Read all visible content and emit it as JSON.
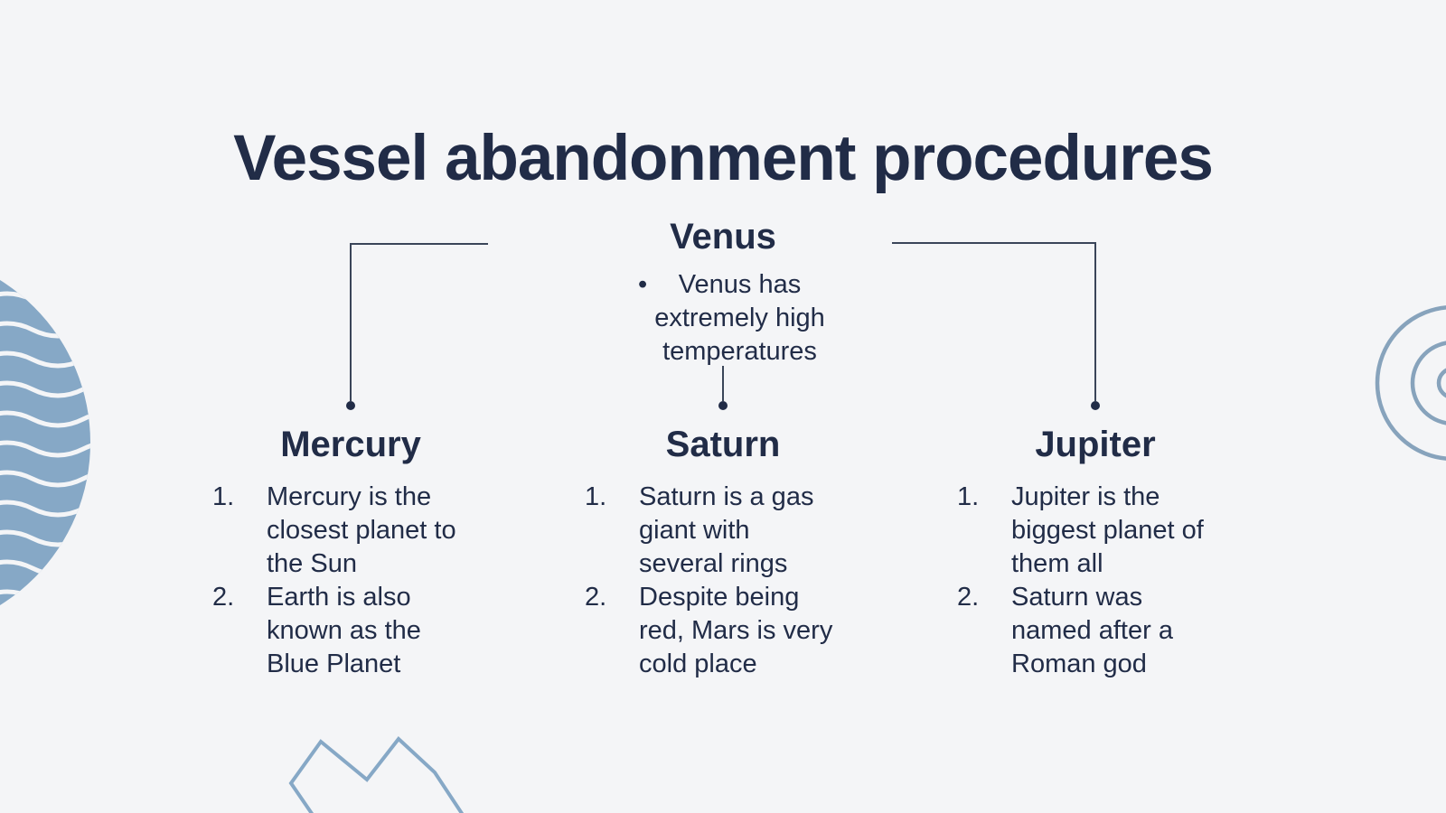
{
  "slide": {
    "title": "Vessel abandonment procedures",
    "root_node": {
      "heading": "Venus",
      "bullet_marker": "•",
      "bullet_text": "Venus has\nextremely high\ntemperatures"
    },
    "list_markers": [
      "1.",
      "2."
    ],
    "columns": [
      {
        "heading": "Mercury",
        "items": [
          "Mercury is the\nclosest planet to\nthe Sun",
          "Earth is also\nknown as the\nBlue Planet"
        ]
      },
      {
        "heading": "Saturn",
        "items": [
          "Saturn is a gas\ngiant with\nseveral rings",
          "Despite being\nred, Mars is very\ncold place"
        ]
      },
      {
        "heading": "Jupiter",
        "items": [
          "Jupiter is the\nbiggest planet of\nthem all",
          "Saturn was\nnamed after a\nRoman god"
        ]
      }
    ],
    "colors": {
      "background": "#f4f5f7",
      "text": "#212c47",
      "connector": "#3a4559",
      "decoration_blue": "#86a8c6",
      "decoration_outline": "#87a3bc"
    }
  }
}
